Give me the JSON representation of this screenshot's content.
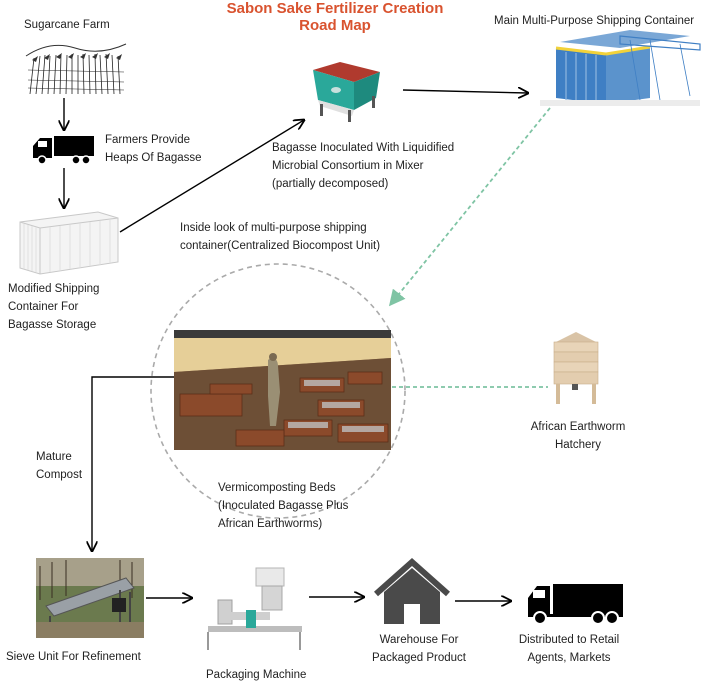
{
  "title": {
    "line1": "Sabon Sake Fertilizer Creation",
    "line2": "Road Map"
  },
  "nodes": {
    "sugarcane_farm": "Sugarcane Farm",
    "farmers": {
      "line1": "Farmers Provide",
      "line2": "Heaps Of Bagasse"
    },
    "modified_container": {
      "line1": "Modified Shipping",
      "line2": "Container For",
      "line3": "Bagasse Storage"
    },
    "mixer": {
      "line1": "Bagasse Inoculated With Liquidified",
      "line2": "Microbial Consortium in Mixer",
      "line3": "(partially decomposed)"
    },
    "main_container": "Main Multi-Purpose Shipping Container",
    "inside_look": {
      "line1": "Inside look of multi-purpose shipping",
      "line2": "container(Centralized Biocompost Unit)"
    },
    "vermi_beds": {
      "line1": "Vermicomposting Beds",
      "line2": "(Inoculated Bagasse Plus",
      "line3": "African Earthworms)"
    },
    "hatchery": {
      "line1": "African Earthworm",
      "line2": "Hatchery"
    },
    "mature_compost": {
      "line1": "Mature",
      "line2": "Compost"
    },
    "sieve": "Sieve Unit For Refinement",
    "packaging": "Packaging Machine",
    "warehouse": {
      "line1": "Warehouse For",
      "line2": "Packaged Product"
    },
    "distributed": {
      "line1": "Distributed to Retail",
      "line2": "Agents, Markets"
    }
  },
  "colors": {
    "title": "#d9532f",
    "dashed_green": "#7fc4a4",
    "dashed_circle": "#aaaaaa",
    "arrow": "#000000"
  }
}
